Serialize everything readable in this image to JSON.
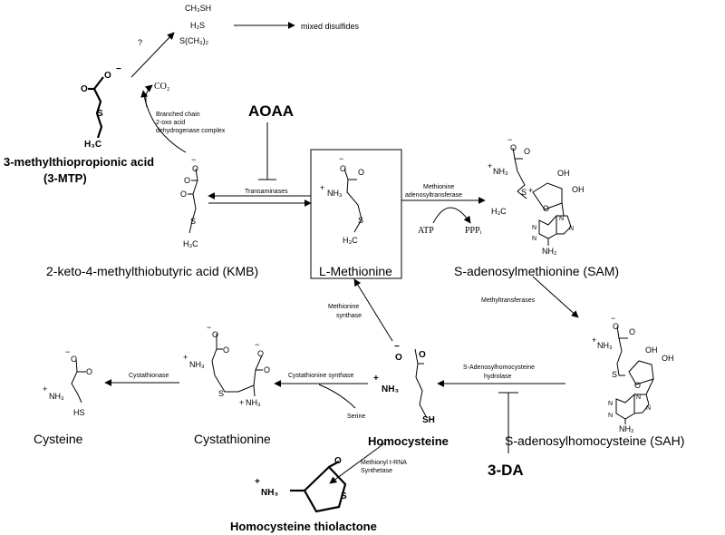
{
  "inhibitors": {
    "aoaa": "AOAA",
    "three_da": "3-DA"
  },
  "compounds": {
    "mtp_name": "3-methylthiopropionic acid",
    "mtp_abbr": "(3-MTP)",
    "kmb": "2-keto-4-methylthiobutyric acid (KMB)",
    "methionine": "L-Methionine",
    "sam": "S-adenosylmethionine (SAM)",
    "sah": "S-adenosylhomocysteine (SAH)",
    "homocysteine": "Homocysteine",
    "cystathionine": "Cystathionine",
    "cysteine": "Cysteine",
    "thiolactone": "Homocysteine thiolactone",
    "mixed_disulfides": "mixed disulfides",
    "ch3sh": "CH₃SH",
    "h2s": "H₂S",
    "sch32": "S(CH₃)₂",
    "co2": "CO₂",
    "atp": "ATP",
    "ppp": "PPPᵢ",
    "serine": "Serine",
    "question": "?"
  },
  "enzymes": {
    "bcodh_1": "Branched chain",
    "bcodh_2": "2-oxo acid",
    "bcodh_3": "dehydrogenase complex",
    "transaminases": "Transaminases",
    "mat_1": "Methionine",
    "mat_2": "adenosyltransferase",
    "methyltransferases": "Methyltransferases",
    "ms_1": "Methionine",
    "ms_2": "synthase",
    "sahh_1": "S-Adenosylhomocysteine",
    "sahh_2": "hydrolase",
    "cbs": "Cystathionine synthase",
    "cystathionase": "Cystathionase",
    "mars_1": "Methionyl t-RNA",
    "mars_2": "Synthetase"
  },
  "atoms": {
    "minus": "−",
    "plus": "+",
    "O": "O",
    "S": "S",
    "H": "H",
    "N": "N",
    "OH": "OH",
    "NH2": "NH₂",
    "NH3": "NH₃",
    "H3C": "H₃C",
    "SH": "SH",
    "HS": "HS"
  }
}
